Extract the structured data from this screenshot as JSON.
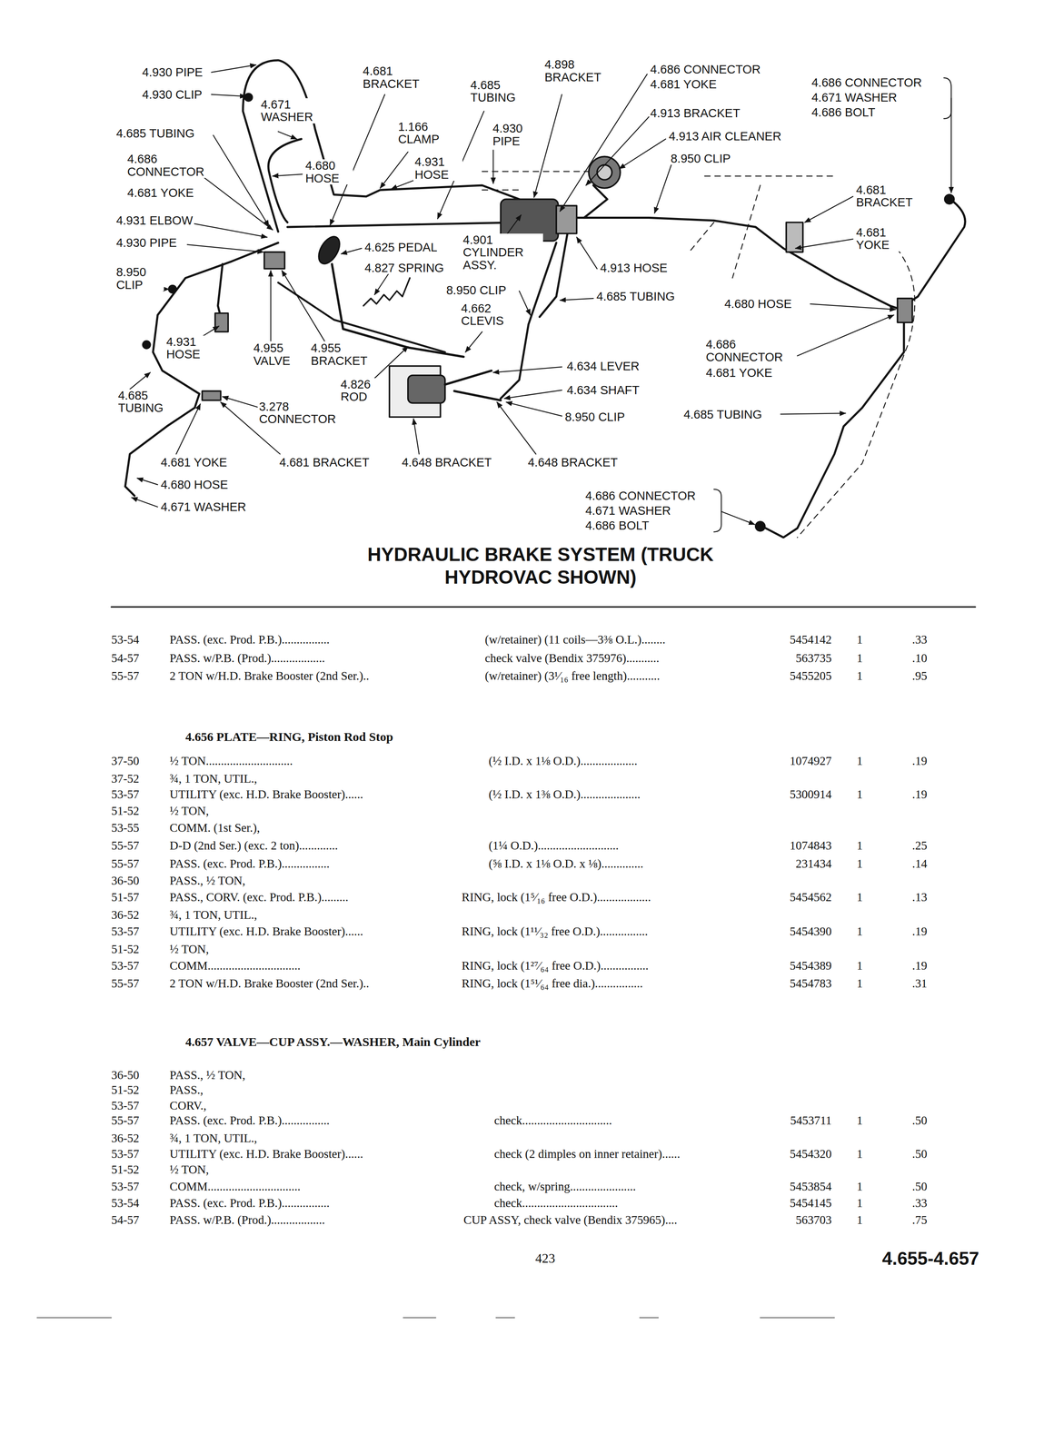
{
  "diagram": {
    "title": "HYDRAULIC BRAKE SYSTEM (TRUCK HYDROVAC SHOWN)",
    "labels": [
      "4.930 PIPE",
      "4.930 CLIP",
      "4.671 WASHER",
      "4.685 TUBING",
      "4.686 CONNECTOR",
      "4.681 YOKE",
      "4.681 BRACKET",
      "4.685 TUBING",
      "1.166 CLAMP",
      "4.680 HOSE",
      "4.931 HOSE",
      "4.930 PIPE",
      "4.898 BRACKET",
      "4.686 CONNECTOR",
      "4.681 YOKE",
      "4.913 BRACKET",
      "4.913 AIR CLEANER",
      "8.950 CLIP",
      "4.686 CONNECTOR",
      "4.671 WASHER",
      "4.686 BOLT",
      "4.681 BRACKET",
      "4.681 YOKE",
      "4.931 ELBOW",
      "4.930 PIPE",
      "8.950 CLIP",
      "4.625 PEDAL",
      "4.827 SPRING",
      "4.901 CYLINDER ASSY.",
      "8.950 CLIP",
      "4.662 CLEVIS",
      "4.913 HOSE",
      "4.685 TUBING",
      "4.680 HOSE",
      "4.931 HOSE",
      "4.955 VALVE",
      "4.955 BRACKET",
      "4.826 ROD",
      "4.634 LEVER",
      "4.634 SHAFT",
      "8.950 CLIP",
      "4.686 CONNECTOR",
      "4.681 YOKE",
      "4.685 TUBING",
      "4.685 TUBING",
      "3.278 CONNECTOR",
      "4.681 YOKE",
      "4.681 BRACKET",
      "4.648 BRACKET",
      "4.648 BRACKET",
      "4.680 HOSE",
      "4.671 WASHER",
      "4.686 CONNECTOR",
      "4.671 WASHER",
      "4.686 BOLT",
      "53-54",
      "PASS. (exc. Prod. P.B.)................",
      "(w/retainer) (11 coils—3⅜ O.L.)........",
      "5454142",
      "1",
      ".33",
      "54-57",
      "PASS. w/P.B. (Prod.)..................",
      "check valve (Bendix 375976)...........",
      "563735",
      "1",
      ".10",
      "55-57",
      "2 TON w/H.D. Brake Booster (2nd Ser.)..",
      "(w/retainer) (3¹⁄₁₆ free length)...........",
      "5455205",
      "1",
      ".95",
      "4.656 PLATE—RING, Piston Rod Stop",
      "37-50",
      "½ TON.............................",
      "(½ I.D. x 1⅛ O.D.)...................",
      "1074927",
      "1",
      ".19",
      "37-52",
      "¾, 1 TON, UTIL.,",
      "53-57",
      "UTILITY (exc. H.D. Brake Booster)......",
      "(½ I.D. x 1⅜ O.D.)....................",
      "5300914",
      "1",
      ".19",
      "51-52",
      "½ TON,",
      "53-55",
      "COMM. (1st Ser.),",
      "55-57",
      "D-D (2nd Ser.) (exc. 2 ton).............",
      "(1¼ O.D.)...........................",
      "1074843",
      "1",
      ".25",
      "55-57",
      "PASS. (exc. Prod. P.B.)................",
      "(⅝ I.D. x 1⅛ O.D. x ⅛)..............",
      "231434",
      "1",
      ".14",
      "36-50",
      "PASS., ½ TON,",
      "51-57",
      "PASS., CORV. (exc. Prod. P.B.).........",
      "RING, lock (1⁵⁄₁₆ free O.D.)..................",
      "5454562",
      "1",
      ".13",
      "36-52",
      "¾, 1 TON, UTIL.,",
      "53-57",
      "UTILITY (exc. H.D. Brake Booster)......",
      "RING, lock (1¹¹⁄₃₂ free O.D.)................",
      "5454390",
      "1",
      ".19",
      "51-52",
      "½ TON,",
      "53-57",
      "COMM...............................",
      "RING, lock (1²⁷⁄₆₄ free O.D.)................",
      "5454389",
      "1",
      ".19",
      "55-57",
      "2 TON w/H.D. Brake Booster (2nd Ser.)..",
      "RING, lock (1⁵¹⁄₆₄ free dia.)................",
      "5454783",
      "1",
      ".31",
      "4.657 VALVE—CUP ASSY.—WASHER, Main Cylinder",
      "36-50",
      "PASS., ½ TON,",
      "51-52",
      "PASS.,",
      "53-57",
      "CORV.,",
      "55-57",
      "PASS. (exc. Prod. P.B.)................",
      "check..............................",
      "5453711",
      "1",
      ".50",
      "36-52",
      "¾, 1 TON, UTIL.,",
      "53-57",
      "UTILITY (exc. H.D. Brake Booster)......",
      "check (2 dimples on inner retainer)......",
      "5454320",
      "1",
      ".50",
      "51-52",
      "½ TON,",
      "53-57",
      "COMM...............................",
      "check, w/spring......................",
      "5453854",
      "1",
      ".50",
      "53-54",
      "PASS. (exc. Prod. P.B.)................",
      "check................................",
      "5454145",
      "1",
      ".33",
      "54-57",
      "PASS. w/P.B. (Prod.)..................",
      "CUP ASSY, check valve (Bendix 375965)....",
      "563703",
      "1",
      ".75",
      "423",
      "4.655-4.657"
    ]
  }
}
